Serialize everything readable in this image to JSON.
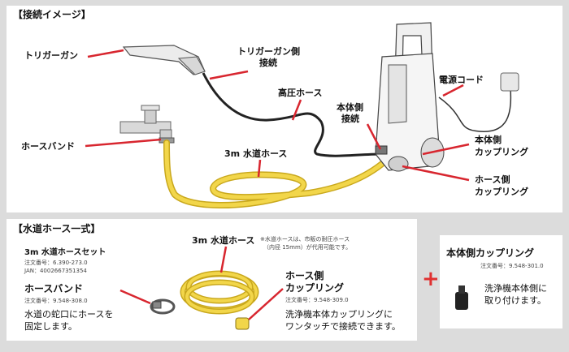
{
  "top": {
    "section_title": "【接続イメージ】",
    "labels": {
      "trigger_gun": "トリガーガン",
      "trigger_gun_side_line1": "トリガーガン側",
      "trigger_gun_side_line2": "接続",
      "high_pressure_hose": "高圧ホース",
      "power_cord": "電源コード",
      "main_unit_side_line1": "本体側",
      "main_unit_side_line2": "接続",
      "main_unit_coupling_line1": "本体側",
      "main_unit_coupling_line2": "カップリング",
      "hose_band": "ホースバンド",
      "water_hose_3m": "3m 水道ホース",
      "hose_coupling_line1": "ホース側",
      "hose_coupling_line2": "カップリング"
    }
  },
  "set_panel": {
    "section_title": "【水道ホース一式】",
    "set_name": "3m 水道ホースセット",
    "order_no": "注文番号：6.390-273.0",
    "jan": "JAN：4002667351354",
    "hose_band_title": "ホースバンド",
    "hose_band_order": "注文番号：9.548-308.0",
    "hose_band_desc_line1": "水道の蛇口にホースを",
    "hose_band_desc_line2": "固定します。",
    "hose_title": "3m 水道ホース",
    "hose_note_line1": "※水道ホースは、市販の耐圧ホース",
    "hose_note_line2": "（内径 15mm）が代用可能です。",
    "coupling_title_line1": "ホース側",
    "coupling_title_line2": "カップリング",
    "coupling_order": "注文番号：9.548-309.0",
    "coupling_desc_line1": "洗浄機本体カップリングに",
    "coupling_desc_line2": "ワンタッチで接続できます。"
  },
  "plus_sign": "+",
  "coupling_panel": {
    "title": "本体側カップリング",
    "order": "注文番号：9.548-301.0",
    "desc_line1": "洗浄機本体側に",
    "desc_line2": "取り付けます。"
  },
  "colors": {
    "leader_red": "#d8262f",
    "hose_yellow": "#f2d64a",
    "plus_red": "#e03030"
  }
}
